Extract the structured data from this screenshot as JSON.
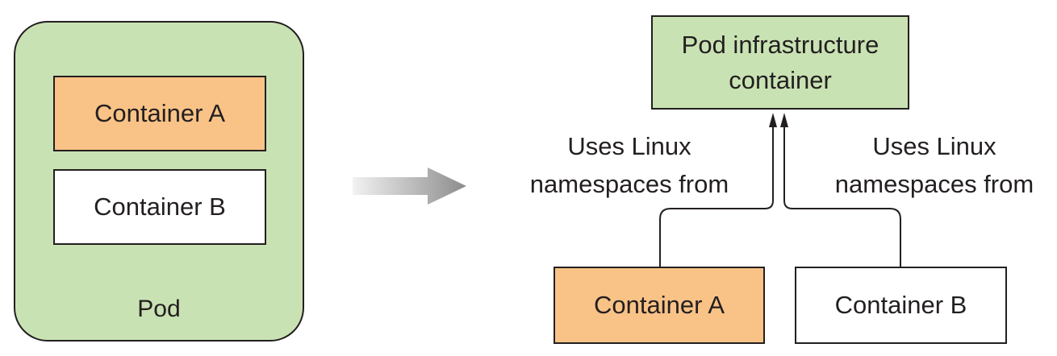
{
  "pod": {
    "label": "Pod",
    "container_a": "Container A",
    "container_b": "Container B"
  },
  "infra": {
    "line1": "Pod infrastructure",
    "line2": "container"
  },
  "edges": {
    "left_label_line1": "Uses Linux",
    "left_label_line2": "namespaces from",
    "right_label_line1": "Uses Linux",
    "right_label_line2": "namespaces from"
  },
  "right": {
    "container_a": "Container A",
    "container_b": "Container B"
  },
  "colors": {
    "green": "#c9e2b3",
    "orange": "#f9c387",
    "outline": "#231f20",
    "arrow_gray": "#8c8c8c"
  }
}
